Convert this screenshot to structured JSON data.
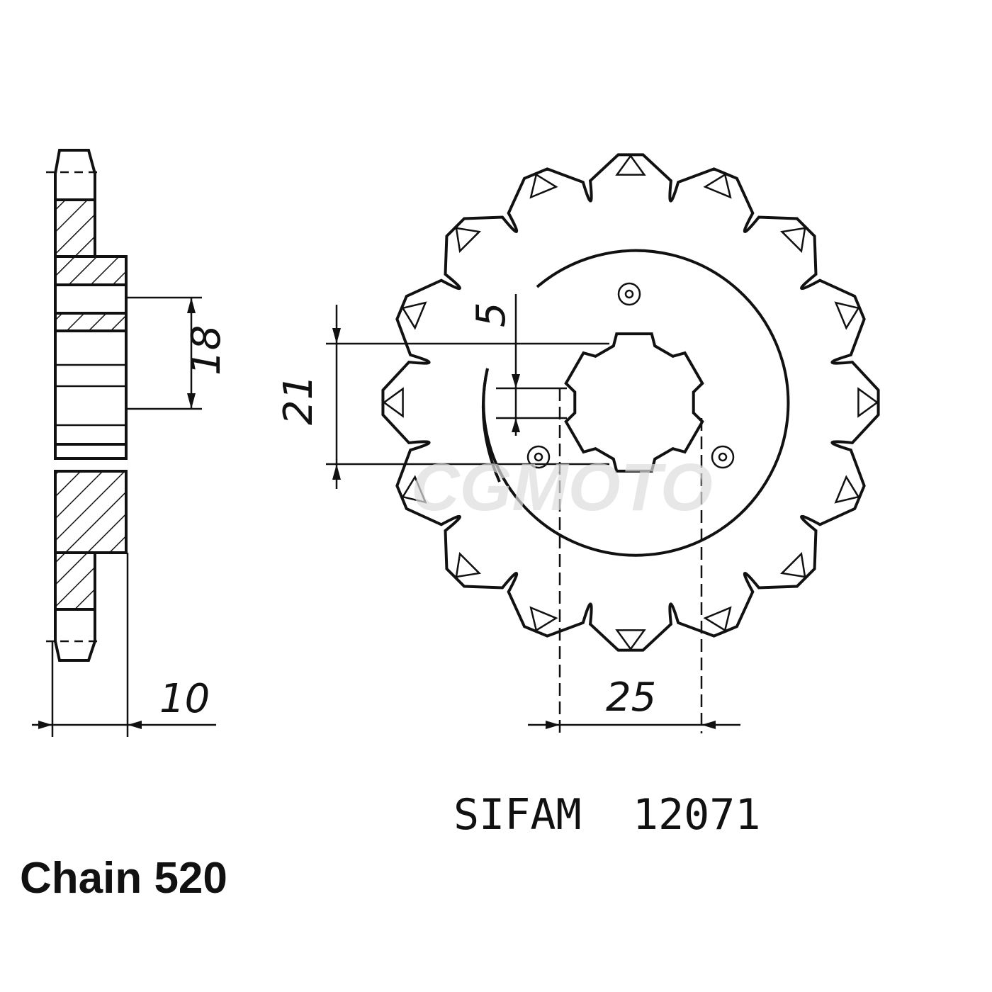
{
  "diagram": {
    "teeth": 16,
    "dimensions": {
      "side_hub_width": "18",
      "side_thickness": "10",
      "spline_depth": "5",
      "spline_inner": "21",
      "spline_outer": "25"
    },
    "part_label": "SIFAM  12071",
    "chain_label": "Chain 520",
    "watermark": "CGMOTO",
    "line_color": "#111111"
  }
}
